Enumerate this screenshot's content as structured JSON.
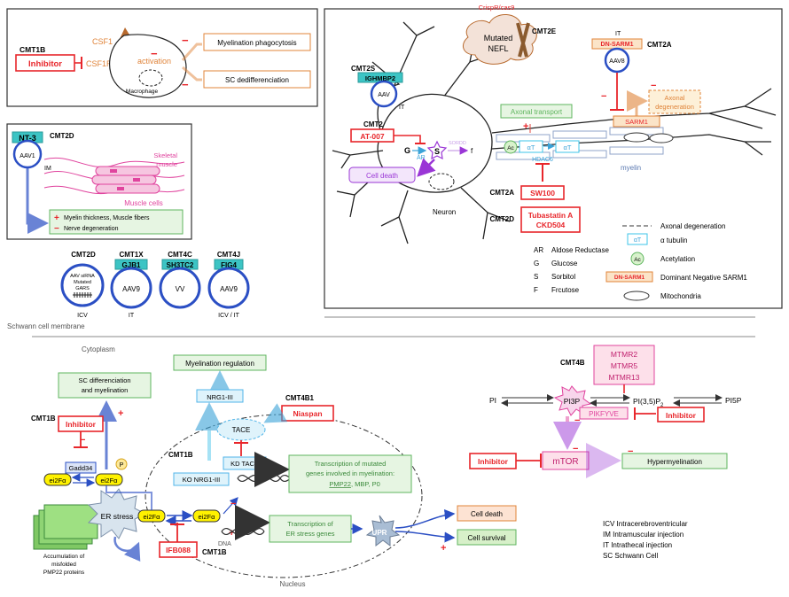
{
  "macrophage_panel": {
    "cmt_label": "CMT1B",
    "inhibitor": "Inhibitor",
    "receptor": "CSF1R",
    "ligand": "CSF1",
    "activation": "activation",
    "cell": "Macrophage",
    "out1": "Myelination phagocytosis",
    "out2": "SC dedifferenciation"
  },
  "nt3_panel": {
    "gene": "NT-3",
    "cmt_label": "CMT2D",
    "vector": "AAV1",
    "route": "IM",
    "skeletal_1": "Skeletal",
    "skeletal_2": "muscle",
    "muscle_cells": "Muscle cells",
    "effect_plus": "Myelin thickness, Muscle fibers",
    "effect_minus": "Nerve degeneration"
  },
  "aav_row": [
    {
      "cmt": "CMT2D",
      "tag": "",
      "inner1": "AAV siRNA",
      "inner2": "Mutated",
      "inner3": "GARS",
      "route": "ICV"
    },
    {
      "cmt": "CMT1X",
      "tag": "GJB1",
      "inner1": "AAV9",
      "route": "IT"
    },
    {
      "cmt": "CMT4C",
      "tag": "SH3TC2",
      "inner1": "VV",
      "route": ""
    },
    {
      "cmt": "CMT4J",
      "tag": "FIG4",
      "inner1": "AAV9",
      "route": "ICV / IT"
    }
  ],
  "neuron_panel": {
    "crispr": "CrispR/cas9",
    "mutated": "Mutated",
    "nefl": "NEFL",
    "cmt2e": "CMT2E",
    "cmt2s": "CMT2S",
    "ighmbp2": "IGHMBP2",
    "aav": "AAV",
    "it_left": "IT",
    "it_right": "IT",
    "cmt2a_top": "CMT2A",
    "dn_sarm1": "DN-SARM1",
    "aav8": "AAV8",
    "axonal_deg_1": "Axonal",
    "axonal_deg_2": "degeneration",
    "sarm1": "SARM1",
    "axonal_transport": "Axonal transport",
    "cmt2": "CMT2",
    "at007": "AT-007",
    "g": "G",
    "ar": "AR",
    "s": "S",
    "sordd": "SORDD",
    "f": "f",
    "ac": "Ac",
    "alpha_t1": "αT",
    "alpha_t2": "αT",
    "hdac6": "HDAC6",
    "myelin": "myelin",
    "cell_death": "Cell death",
    "cmt2a_mid": "CMT2A",
    "sw100": "SW100",
    "cmt2d": "CMT2D",
    "tubastatin": "Tubastatin A",
    "ckd504": "CKD504",
    "neuron": "Neuron",
    "legend": [
      {
        "k": "AR",
        "v": "Aldose Reductase"
      },
      {
        "k": "G",
        "v": "Glucose"
      },
      {
        "k": "S",
        "v": "Sorbitol"
      },
      {
        "k": "F",
        "v": "Frcutose"
      }
    ],
    "legend_axonal": "Axonal degeneration",
    "legend_tubulin_sym": "αT",
    "legend_tubulin": "α tubulin",
    "legend_ac_sym": "Ac",
    "legend_acetyl": "Acetylation",
    "legend_dn": "DN-SARM1",
    "legend_dn_text": "Dominant Negative SARM1",
    "legend_mito": "Mitochondria"
  },
  "membrane": {
    "label": "Schwann cell membrane",
    "cytoplasm": "Cytoplasm",
    "nucleus": "Nucleus"
  },
  "bottom_left": {
    "myelination_reg": "Myelination regulation",
    "sc_diff_1": "SC differenciation",
    "sc_diff_2": "and myelination",
    "nrg1": "NRG1-III",
    "cmt4b1": "CMT4B1",
    "niaspan": "Niaspan",
    "tace": "TACE",
    "cmt1b_a": "CMT1B",
    "inhibitor": "Inhibitor",
    "gadd34": "Gadd34",
    "p": "P",
    "eif_a": "ei2Fα",
    "eif_b": "ei2Fα",
    "cmt1b_b": "CMT1B",
    "kd_tace": "KD TACE",
    "ko_nrg1": "KO NRG1-III",
    "tx1_1": "Transcription of mutated",
    "tx1_2": "genes involved in myelination:",
    "tx1_3a": "PMP22",
    "tx1_3b": ", MBP, P0",
    "er_stress": "ER stress",
    "eif_c": "ei2Fα",
    "eif_d": "ei2Fα",
    "accum_1": "Accumulation of",
    "accum_2": "misfolded",
    "accum_3": "PMP22 proteins",
    "tx2_1": "Transcription of",
    "tx2_2": "ER stress genes",
    "upr": "UPR",
    "dna": "DNA",
    "cell_death": "Cell death",
    "cell_survival": "Cell survival",
    "ifb088": "IFB088",
    "cmt1b_c": "CMT1B"
  },
  "bottom_right": {
    "cmt4b": "CMT4B",
    "mtmr": [
      "MTMR2",
      "MTMR5",
      "MTMR13"
    ],
    "pi": "PI",
    "pi3p": "PI3P",
    "pi35p2": "PI(3,5)P",
    "pi35p2_sub": "2",
    "pi5p": "PI5P",
    "pikfyve": "PIKFYVE",
    "inhibitor_a": "Inhibitor",
    "inhibitor_b": "Inhibitor",
    "mtor": "mTOR",
    "hypermyelination": "Hypermyelination"
  },
  "abbrev": [
    "ICV Intracerebroventricular",
    "IM Intramuscular injection",
    "IT Intrathecal injection",
    "SC Schwann Cell"
  ],
  "signs": {
    "plus": "+",
    "minus": "−"
  },
  "colors": {
    "red": "#e8262b",
    "orange": "#e0843a",
    "teal": "#3cc4c4",
    "green": "#5fb55f",
    "blue": "#2b4fc4",
    "purple": "#9a36d6",
    "pink": "#e0449e",
    "light_blue": "#52b5e8"
  }
}
